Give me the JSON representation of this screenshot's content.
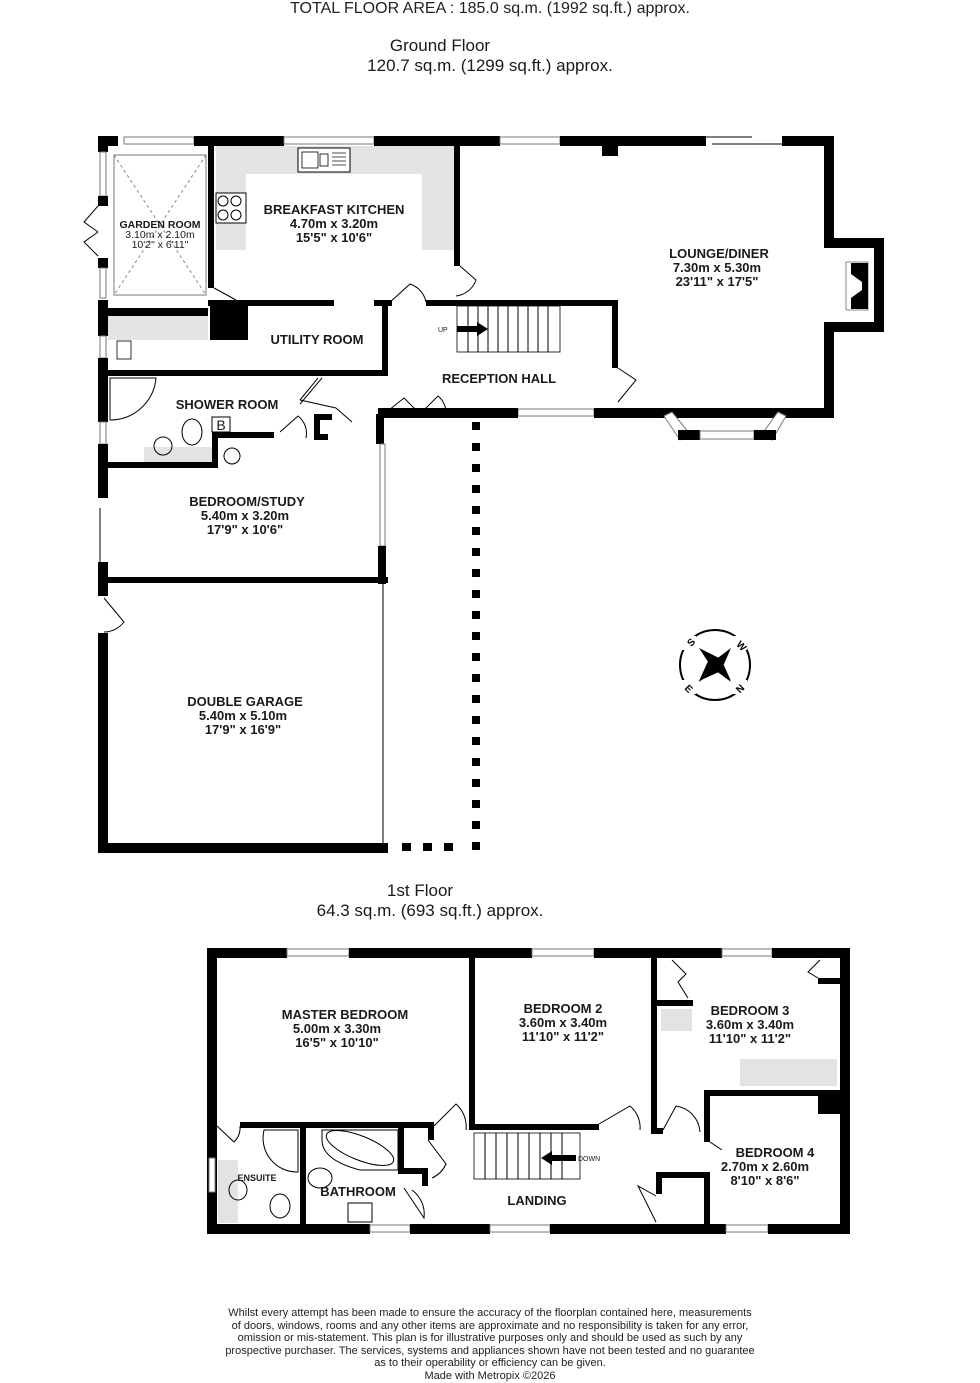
{
  "ground_floor": {
    "title": "Ground Floor",
    "area": "120.7 sq.m. (1299 sq.ft.) approx.",
    "rooms": {
      "garden_room": {
        "name": "GARDEN ROOM",
        "metric": "3.10m  x 2.10m",
        "imperial": "10'2\"  x 6'11\""
      },
      "breakfast_kitchen": {
        "name": "BREAKFAST KITCHEN",
        "metric": "4.70m  x 3.20m",
        "imperial": "15'5\"  x 10'6\""
      },
      "lounge_diner": {
        "name": "LOUNGE/DINER",
        "metric": "7.30m  x 5.30m",
        "imperial": "23'11\"  x 17'5\""
      },
      "utility_room": {
        "name": "UTILITY ROOM"
      },
      "reception_hall": {
        "name": "RECEPTION HALL"
      },
      "shower_room": {
        "name": "SHOWER ROOM"
      },
      "bedroom_study": {
        "name": "BEDROOM/STUDY",
        "metric": "5.40m  x 3.20m",
        "imperial": "17'9\"  x 10'6\""
      },
      "double_garage": {
        "name": "DOUBLE GARAGE",
        "metric": "5.40m  x 5.10m",
        "imperial": "17'9\"  x 16'9\""
      }
    },
    "stairs_label": "UP",
    "boiler_label": "B",
    "compass": {
      "letters": [
        "S",
        "W",
        "N",
        "E"
      ]
    }
  },
  "first_floor": {
    "title": "1st Floor",
    "area": "64.3 sq.m. (693 sq.ft.) approx.",
    "rooms": {
      "master_bedroom": {
        "name": "MASTER BEDROOM",
        "metric": "5.00m  x 3.30m",
        "imperial": "16'5\"  x 10'10\""
      },
      "bedroom_2": {
        "name": "BEDROOM 2",
        "metric": "3.60m  x 3.40m",
        "imperial": "11'10\"  x 11'2\""
      },
      "bedroom_3": {
        "name": "BEDROOM 3",
        "metric": "3.60m  x 3.40m",
        "imperial": "11'10\"  x 11'2\""
      },
      "bedroom_4": {
        "name": "BEDROOM 4",
        "metric": "2.70m  x 2.60m",
        "imperial": "8'10\"  x 8'6\""
      },
      "ensuite": {
        "name": "ENSUITE"
      },
      "bathroom": {
        "name": "BATHROOM"
      },
      "landing": {
        "name": "LANDING"
      }
    },
    "stairs_label": "DOWN"
  },
  "footer": {
    "total_area": "TOTAL FLOOR AREA : 185.0 sq.m. (1992 sq.ft.) approx.",
    "disclaimer_lines": [
      "Whilst every attempt has been made to ensure the accuracy of the floorplan contained here, measurements",
      "of doors, windows, rooms and any other items are approximate and no responsibility is taken for any error,",
      "omission or mis-statement. This plan is for illustrative purposes only and should be used as such by any",
      "prospective purchaser. The services, systems and appliances shown have not been tested and no guarantee",
      "as to their operability or efficiency can be given."
    ],
    "credit": "Made with Metropix ©2026"
  }
}
